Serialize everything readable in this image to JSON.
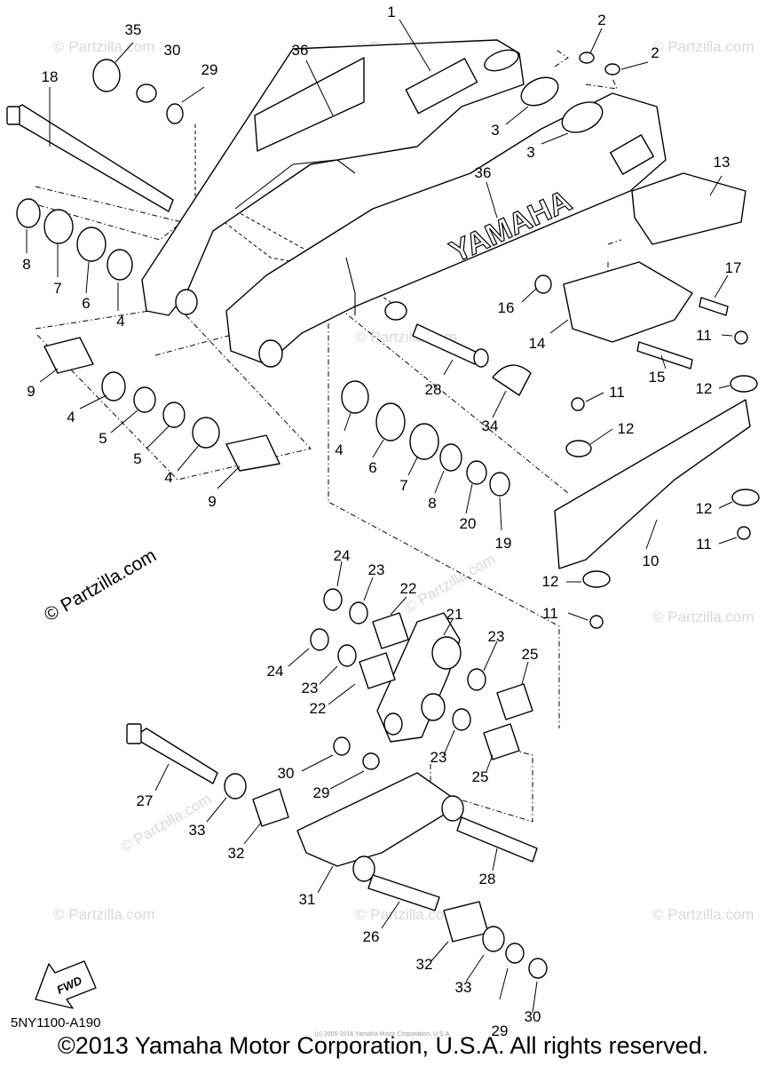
{
  "diagram": {
    "code": "5NY1100-A190",
    "copyright": "©2013 Yamaha Motor Corporation, U.S.A. All rights reserved.",
    "fine_print": "(c) 2005-2016 Yamaha Motor Corporation, U.S.A.",
    "watermark": "© Partzilla.com",
    "brand_on_part": "YAMAHA",
    "direction_label": "FWD"
  },
  "callouts": [
    {
      "id": "c1",
      "text": "1"
    },
    {
      "id": "c2a",
      "text": "2"
    },
    {
      "id": "c2b",
      "text": "2"
    },
    {
      "id": "c3a",
      "text": "3"
    },
    {
      "id": "c3b",
      "text": "3"
    },
    {
      "id": "c4a",
      "text": "4"
    },
    {
      "id": "c4b",
      "text": "4"
    },
    {
      "id": "c4c",
      "text": "4"
    },
    {
      "id": "c4d",
      "text": "4"
    },
    {
      "id": "c5a",
      "text": "5"
    },
    {
      "id": "c5b",
      "text": "5"
    },
    {
      "id": "c6a",
      "text": "6"
    },
    {
      "id": "c6b",
      "text": "6"
    },
    {
      "id": "c7a",
      "text": "7"
    },
    {
      "id": "c7b",
      "text": "7"
    },
    {
      "id": "c8a",
      "text": "8"
    },
    {
      "id": "c8b",
      "text": "8"
    },
    {
      "id": "c9a",
      "text": "9"
    },
    {
      "id": "c9b",
      "text": "9"
    },
    {
      "id": "c10",
      "text": "10"
    },
    {
      "id": "c11a",
      "text": "11"
    },
    {
      "id": "c11b",
      "text": "11"
    },
    {
      "id": "c11c",
      "text": "11"
    },
    {
      "id": "c11d",
      "text": "11"
    },
    {
      "id": "c12a",
      "text": "12"
    },
    {
      "id": "c12b",
      "text": "12"
    },
    {
      "id": "c12c",
      "text": "12"
    },
    {
      "id": "c12d",
      "text": "12"
    },
    {
      "id": "c13",
      "text": "13"
    },
    {
      "id": "c14",
      "text": "14"
    },
    {
      "id": "c15",
      "text": "15"
    },
    {
      "id": "c16",
      "text": "16"
    },
    {
      "id": "c17",
      "text": "17"
    },
    {
      "id": "c18",
      "text": "18"
    },
    {
      "id": "c19",
      "text": "19"
    },
    {
      "id": "c20",
      "text": "20"
    },
    {
      "id": "c21",
      "text": "21"
    },
    {
      "id": "c22a",
      "text": "22"
    },
    {
      "id": "c22b",
      "text": "22"
    },
    {
      "id": "c23a",
      "text": "23"
    },
    {
      "id": "c23b",
      "text": "23"
    },
    {
      "id": "c23c",
      "text": "23"
    },
    {
      "id": "c23d",
      "text": "23"
    },
    {
      "id": "c24a",
      "text": "24"
    },
    {
      "id": "c24b",
      "text": "24"
    },
    {
      "id": "c25a",
      "text": "25"
    },
    {
      "id": "c25b",
      "text": "25"
    },
    {
      "id": "c26",
      "text": "26"
    },
    {
      "id": "c27",
      "text": "27"
    },
    {
      "id": "c28a",
      "text": "28"
    },
    {
      "id": "c28b",
      "text": "28"
    },
    {
      "id": "c29a",
      "text": "29"
    },
    {
      "id": "c29b",
      "text": "29"
    },
    {
      "id": "c29c",
      "text": "29"
    },
    {
      "id": "c30a",
      "text": "30"
    },
    {
      "id": "c30b",
      "text": "30"
    },
    {
      "id": "c30c",
      "text": "30"
    },
    {
      "id": "c31",
      "text": "31"
    },
    {
      "id": "c32a",
      "text": "32"
    },
    {
      "id": "c32b",
      "text": "32"
    },
    {
      "id": "c33a",
      "text": "33"
    },
    {
      "id": "c33b",
      "text": "33"
    },
    {
      "id": "c34",
      "text": "34"
    },
    {
      "id": "c35",
      "text": "35"
    },
    {
      "id": "c36a",
      "text": "36"
    },
    {
      "id": "c36b",
      "text": "36"
    }
  ]
}
